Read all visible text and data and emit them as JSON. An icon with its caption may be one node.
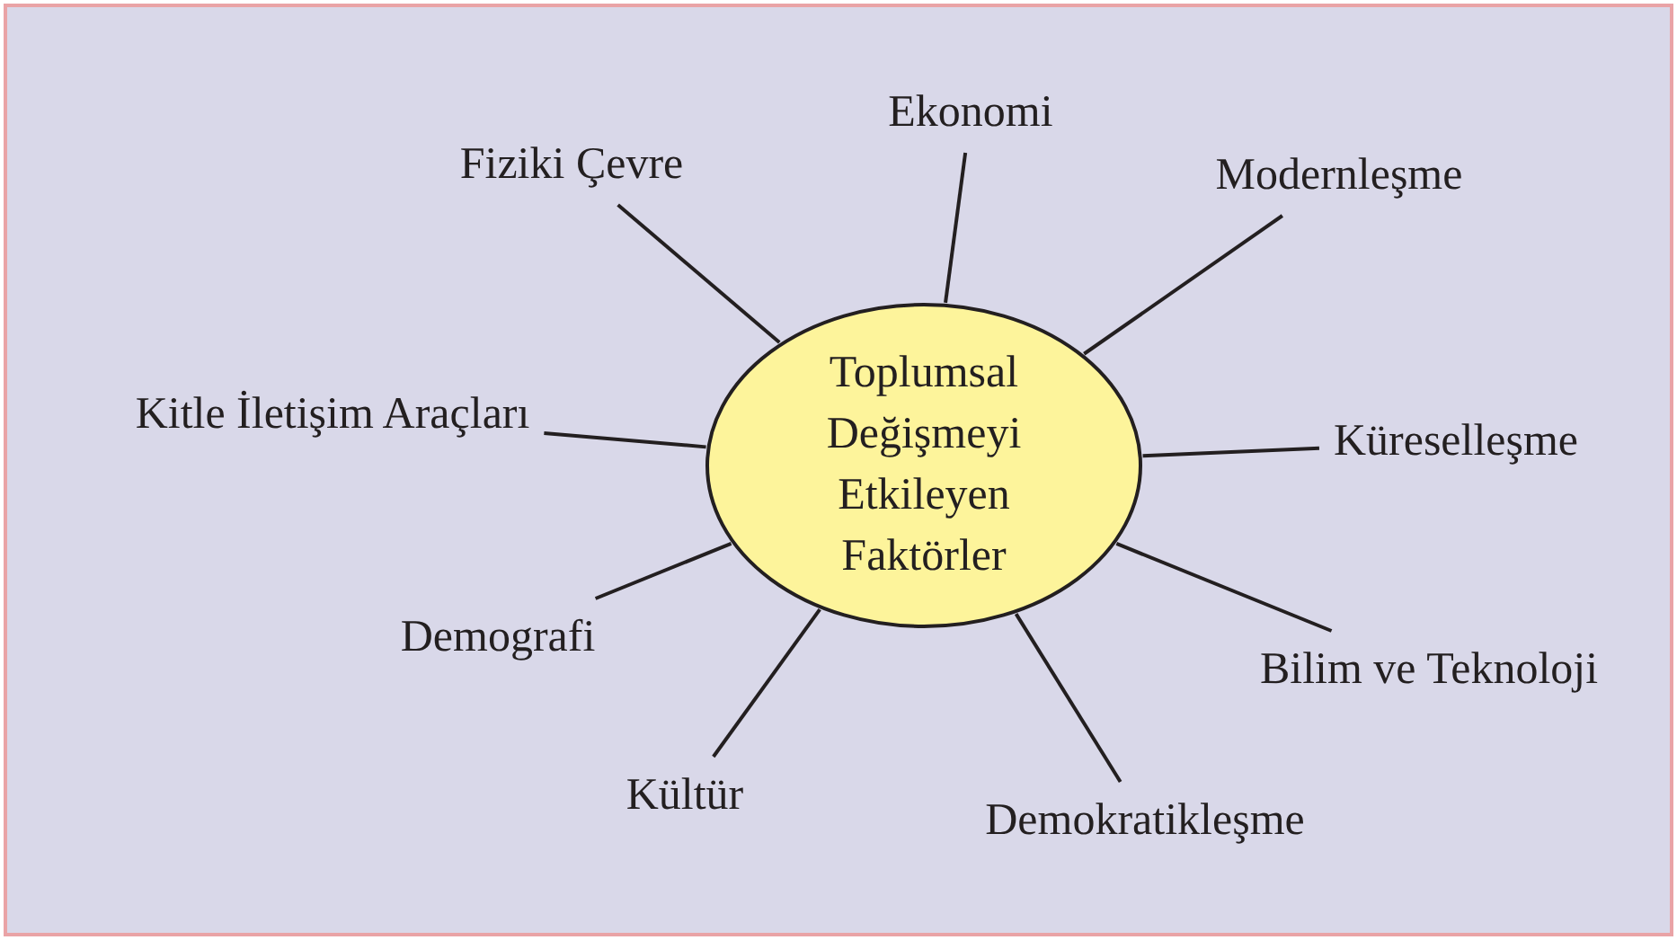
{
  "diagram": {
    "nodes": [
      {
        "text": [
          "Toplumsal Değişmeyi Etkileyen Faktörler"
        ]
      },
      {
        "text": [
          "Ekonomi"
        ]
      },
      {
        "text": [
          "Modernleşme"
        ]
      },
      {
        "text": [
          "Küreselleşme"
        ]
      },
      {
        "text": [
          "Bilim ve Teknoloji"
        ]
      },
      {
        "text": [
          "Demokratikleşme"
        ]
      },
      {
        "text": [
          "Kültür"
        ]
      },
      {
        "text": [
          "Demografi"
        ]
      },
      {
        "text": [
          "Kitle İletişim Araçları"
        ]
      },
      {
        "text": [
          "Fiziki Çevre"
        ]
      }
    ],
    "edges": [
      {
        "from": 0,
        "to": 1,
        "arrow": "none"
      },
      {
        "from": 0,
        "to": 2,
        "arrow": "none"
      },
      {
        "from": 0,
        "to": 3,
        "arrow": "none"
      },
      {
        "from": 0,
        "to": 4,
        "arrow": "none"
      },
      {
        "from": 0,
        "to": 5,
        "arrow": "none"
      },
      {
        "from": 0,
        "to": 6,
        "arrow": "none"
      },
      {
        "from": 0,
        "to": 7,
        "arrow": "none"
      },
      {
        "from": 0,
        "to": 8,
        "arrow": "none"
      },
      {
        "from": 0,
        "to": 9,
        "arrow": "none"
      }
    ]
  }
}
